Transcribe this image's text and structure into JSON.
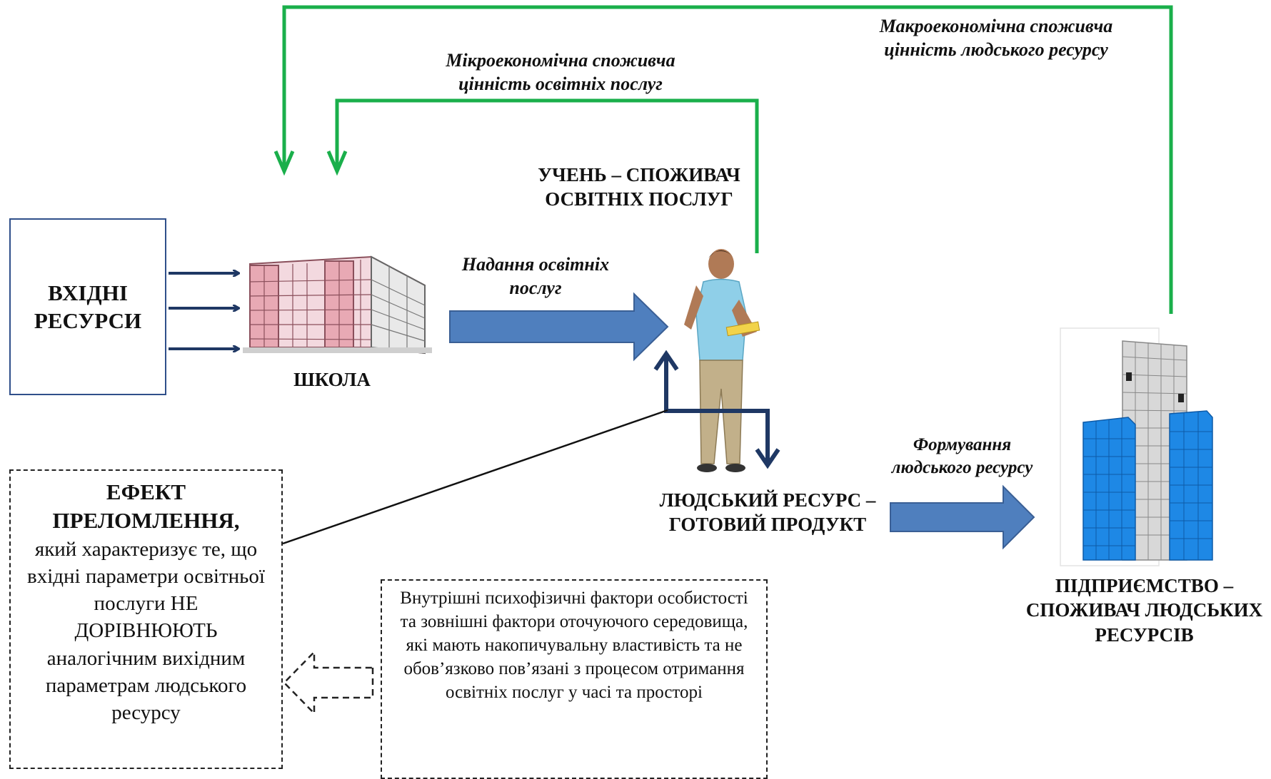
{
  "colors": {
    "feedback_line": "#1aaf4b",
    "flow_arrow": "#4f7fbe",
    "dark_arrow": "#1f3864",
    "school_pink": "#e8a9b4",
    "enterprise_blue": "#1e88e5"
  },
  "nodes": {
    "inputs": "ВХІДНІ РЕСУРСИ",
    "school": "ШКОЛА",
    "student": "УЧЕНЬ – СПОЖИВАЧ ОСВІТНІХ ПОСЛУГ",
    "human_resource": "ЛЮДСЬКИЙ РЕСУРС – ГОТОВИЙ ПРОДУКТ",
    "enterprise": "ПІДПРИЄМСТВО – СПОЖИВАЧ ЛЮДСЬКИХ РЕСУРСІВ"
  },
  "edges": {
    "provision": "Надання освітніх послуг",
    "formation": "Формування людського ресурсу",
    "micro_value": "Мікроекономічна споживча цінність освітніх послуг",
    "macro_value": "Макроекономічна споживча цінність людського ресурсу"
  },
  "effect": {
    "title": "ЕФЕКТ ПРЕЛОМЛЕННЯ,",
    "text": "який характеризує те, що вхідні параметри освітньої послуги НЕ ДОРІВНЮЮТЬ аналогічним вихідним параметрам людського ресурсу"
  },
  "factors": {
    "text": "Внутрішні психофізичні фактори особистості та зовнішні фактори оточуючого середовища, які мають накопичувальну властивість та не обов’язково пов’язані з процесом отримання освітніх послуг у часі та просторі"
  }
}
